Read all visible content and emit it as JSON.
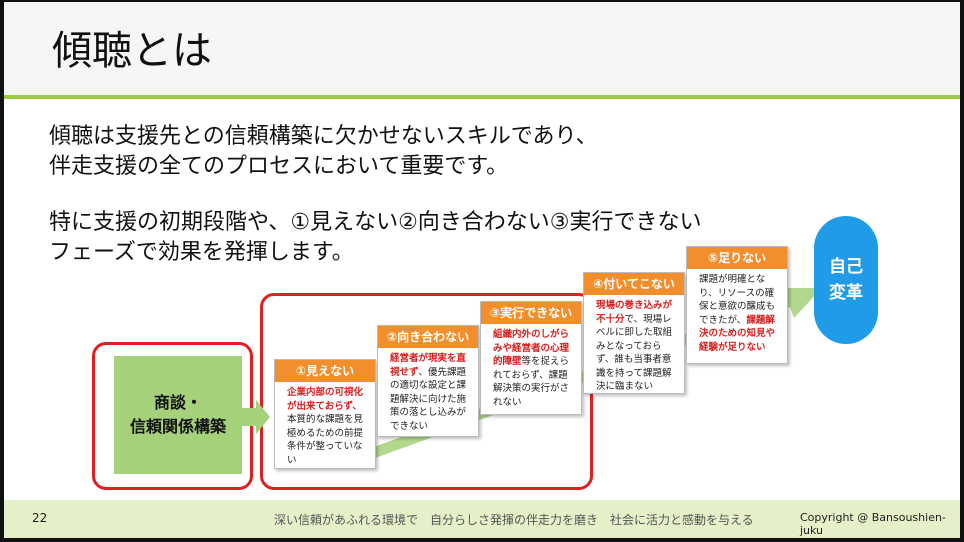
{
  "title": "傾聴とは",
  "body": {
    "line1": "傾聴は支援先との信頼構築に欠かせないスキルであり、",
    "line2": "伴走支援の全てのプロセスにおいて重要です。",
    "line3": "特に支援の初期段階や、①見えない②向き合わない③実行できない",
    "line4": "フェーズで効果を発揮します。"
  },
  "diagram": {
    "start": {
      "line1": "商談・",
      "line2": "信頼関係構築"
    },
    "steps": [
      {
        "title": "①見えない",
        "red": "企業内部の可視化が出来ておらず、",
        "text": "本質的な課題を見極めるための前提条件が整っていない",
        "text_first": false
      },
      {
        "title": "②向き合わない",
        "red": "経営者が現実を直視せず",
        "text": "、優先課題の適切な設定と課題解決に向けた施策の落とし込みができない",
        "text_first": false
      },
      {
        "title": "③実行できない",
        "red": "組織内外のしがらみや経営者の心理的障壁",
        "text": "等を捉えられておらず、課題解決策の実行がされない",
        "text_first": false
      },
      {
        "title": "④付いてこない",
        "red": "現場の巻き込みが不十分",
        "text": "で、現場レベルに即した取組みとなっておらず、誰も当事者意識を持って課題解決に臨まない",
        "text_first": false
      },
      {
        "title": "⑤足りない",
        "lead": "課題が明確となり、リソースの確保と意欲の醸成もできたが、",
        "red": "課題解決のための知見や経験が足りない",
        "text": "",
        "text_first": true
      }
    ],
    "goal": {
      "line1": "自己",
      "line2": "変革"
    },
    "colors": {
      "step_header": "#f28f2c",
      "arrow": "#a5d17a",
      "highlight": "#e02020",
      "goal": "#1f9be8"
    }
  },
  "footer": {
    "page": "22",
    "slogan": "深い信頼があふれる環境で　自分らしさ発揮の伴走力を磨き　社会に活力と感動を与える",
    "copyright": "Copyright @ Bansoushien-juku"
  }
}
